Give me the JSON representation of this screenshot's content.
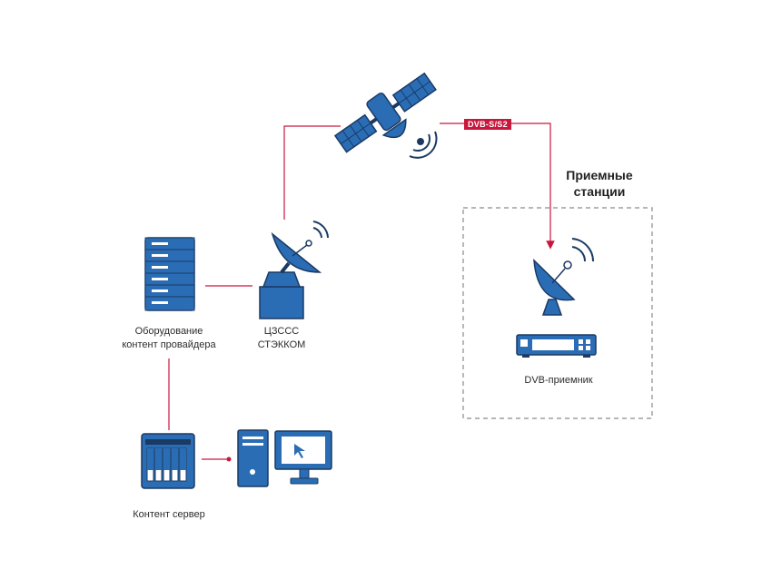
{
  "labels": {
    "provider_equipment_line1": "Оборудование",
    "provider_equipment_line2": "контент провайдера",
    "hub_line1": "ЦЗССС",
    "hub_line2": "СТЭККОМ",
    "content_server": "Контент сервер",
    "receiving_stations_line1": "Приемные",
    "receiving_stations_line2": "станции",
    "dvb_receiver": "DVB-приемник",
    "link_tag": "DVB-S/S2"
  },
  "icons": {
    "satellite": "satellite-icon",
    "uplink_dish": "uplink-dish-icon",
    "server_rack": "server-rack-icon",
    "storage": "storage-server-icon",
    "workstation": "computer-workstation-icon",
    "receive_dish": "receive-dish-icon",
    "receiver_box": "dvb-receiver-box-icon"
  },
  "colors": {
    "icon_blue": "#2a6db5",
    "icon_dark": "#1b3a63",
    "link_red": "#c8173c"
  }
}
